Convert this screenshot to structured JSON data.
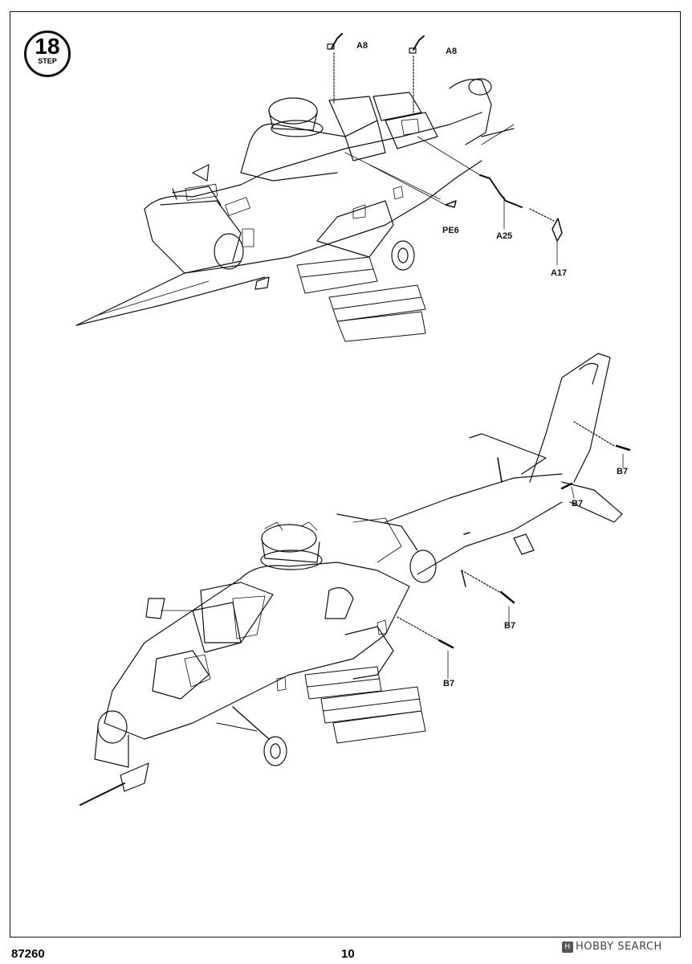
{
  "step": {
    "number": "18",
    "word": "STEP"
  },
  "labels": {
    "a8_left": "A8",
    "a8_right": "A8",
    "pe6": "PE6",
    "a25": "A25",
    "a17": "A17",
    "b7_tail": "B7",
    "b7_stab": "B7",
    "b7_mid": "B7",
    "b7_low": "B7"
  },
  "footer": {
    "code": "87260",
    "page": "10"
  },
  "watermark": {
    "text": "HOBBY SEARCH",
    "icon": "hobby-search-logo-icon"
  }
}
